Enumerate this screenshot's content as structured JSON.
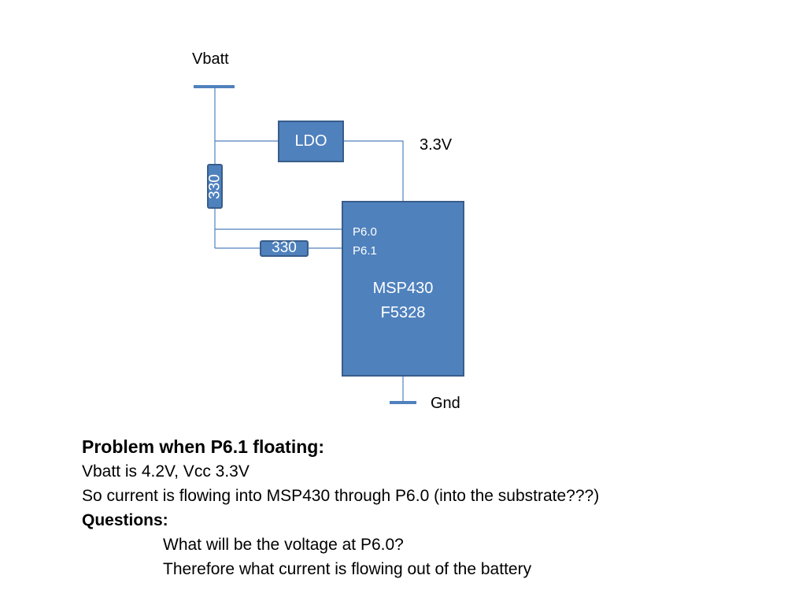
{
  "diagram": {
    "vbatt_label": "Vbatt",
    "ldo_label": "LDO",
    "v33_label": "3.3V",
    "resistor_vertical_label": "330",
    "resistor_horizontal_label": "330",
    "pin_p60_label": "P6.0",
    "pin_p61_label": "P6.1",
    "mcu_label_line1": "MSP430",
    "mcu_label_line2": "F5328",
    "gnd_label": "Gnd",
    "colors": {
      "box_fill": "#4f81bd",
      "box_stroke": "#385d8a",
      "wire": "#4f81bd",
      "box_text": "#ffffff"
    }
  },
  "text": {
    "heading": "Problem when P6.1 floating:",
    "line1": "Vbatt is 4.2V, Vcc 3.3V",
    "line2": "So current is flowing into MSP430 through P6.0 (into the substrate???)",
    "questions_label": "Questions:",
    "question1": "What will be the voltage at P6.0?",
    "question2": "Therefore what current is flowing out of the battery"
  }
}
